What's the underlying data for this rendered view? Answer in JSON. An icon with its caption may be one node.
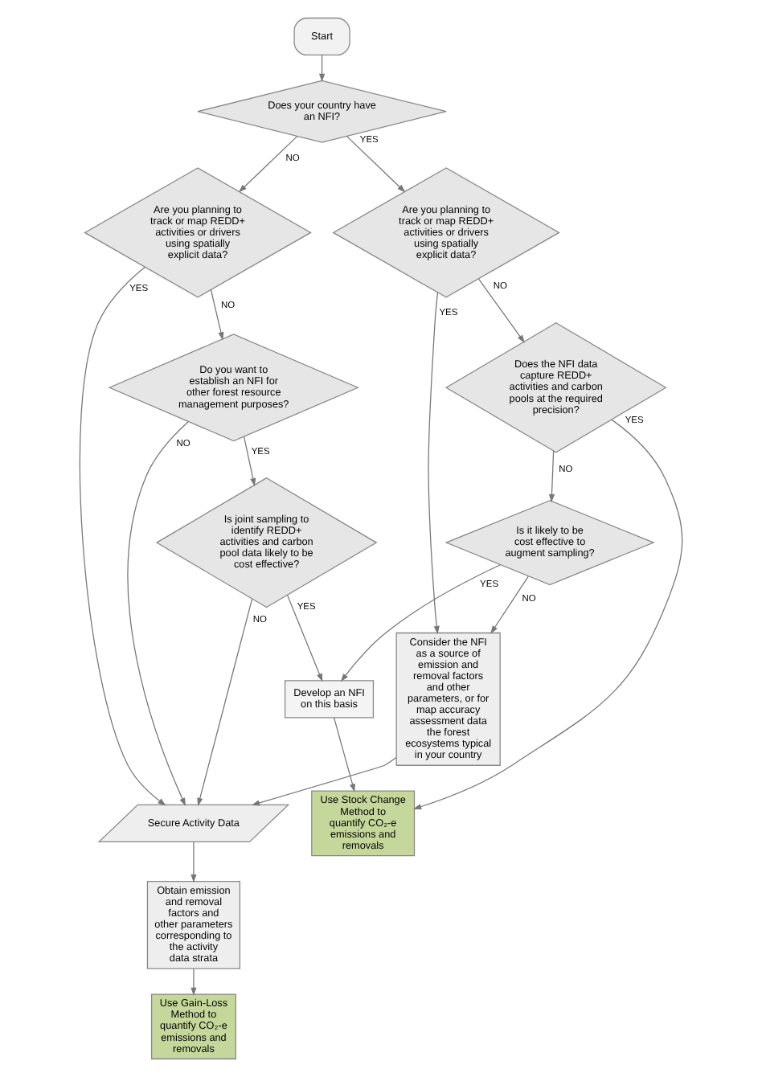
{
  "diagram": {
    "nodes": [
      {
        "text": [
          "Start"
        ]
      },
      {
        "text": [
          "Does your country have an NFI?"
        ]
      },
      {
        "text": [
          "Are you planning to track or map REDD+ activities or drivers using spatially explicit data?"
        ]
      },
      {
        "text": [
          "Are you planning to track or map REDD+ activities or drivers using spatially explicit data?"
        ]
      },
      {
        "text": [
          "Does the NFI data capture REDD+ activities and carbon pools at the required precision?"
        ]
      },
      {
        "text": [
          "Do you want to establish an NFI for other forest resource management purposes?"
        ]
      },
      {
        "text": [
          "Consider the NFI as a source of emission and removal factors and other parameters, or for map accuracy assessment data the forest ecosystems typical in your country"
        ]
      },
      {
        "text": [
          "Secure Activity Data"
        ]
      },
      {
        "text": [
          "Is joint sampling to identify REDD+ activities and carbon pool data likely to be cost effective?"
        ]
      },
      {
        "text": [
          "Obtain emission and removal factors and other parameters corresponding to the activity data strata"
        ]
      },
      {
        "text": [
          "Is it likely to be cost effective to augment sampling?"
        ]
      },
      {
        "text": [
          "Develop an NFI on this basis"
        ]
      },
      {
        "text": [
          "Use Stock Change Method to quantify CO₂-e emissions and removals"
        ]
      },
      {
        "text": [
          "Use Gain-Loss Method to quantify CO₂-e emissions and removals"
        ]
      }
    ],
    "edges": [
      {
        "from": 0,
        "to": 1,
        "arrow": "to"
      },
      {
        "from": 1,
        "to": 2,
        "arrow": "to",
        "label": "YES"
      },
      {
        "from": 1,
        "to": 3,
        "arrow": "to",
        "label": "NO"
      },
      {
        "from": 2,
        "to": 4,
        "arrow": "to",
        "label": "NO"
      },
      {
        "from": 2,
        "to": 6,
        "arrow": "to",
        "label": "YES"
      },
      {
        "from": 3,
        "to": 7,
        "arrow": "to",
        "label": "YES"
      },
      {
        "from": 3,
        "to": 5,
        "arrow": "to",
        "label": "NO"
      },
      {
        "from": 4,
        "to": 10,
        "arrow": "to",
        "label": "NO"
      },
      {
        "from": 4,
        "to": 12,
        "arrow": "to",
        "label": "YES"
      },
      {
        "from": 5,
        "to": 7,
        "arrow": "to",
        "label": "NO"
      },
      {
        "from": 5,
        "to": 8,
        "arrow": "to",
        "label": "YES"
      },
      {
        "from": 6,
        "to": 7,
        "arrow": "to"
      },
      {
        "from": 7,
        "to": 9,
        "arrow": "to"
      },
      {
        "from": 8,
        "to": 7,
        "arrow": "to",
        "label": "NO"
      },
      {
        "from": 8,
        "to": 11,
        "arrow": "to",
        "label": "YES"
      },
      {
        "from": 9,
        "to": 13,
        "arrow": "to"
      },
      {
        "from": 10,
        "to": 6,
        "arrow": "to",
        "label": "NO"
      },
      {
        "from": 10,
        "to": 11,
        "arrow": "to",
        "label": "YES"
      },
      {
        "from": 11,
        "to": 12,
        "arrow": "to"
      }
    ]
  }
}
